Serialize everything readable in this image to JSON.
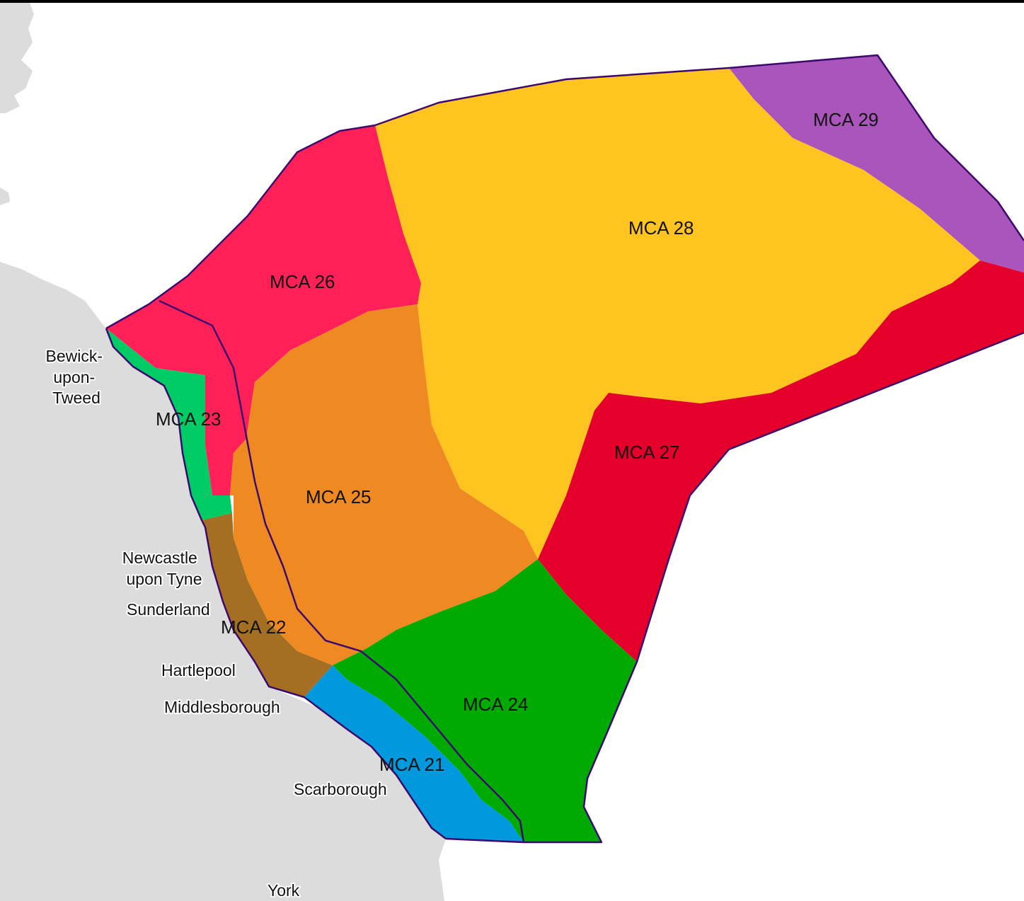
{
  "colors": {
    "sea": "#ffffff",
    "land": "#dcdcdc",
    "boundary": "#3b0a6e",
    "mca21": "#0099dd",
    "mca22": "#a46f22",
    "mca23": "#00cc66",
    "mca24": "#00aa00",
    "mca25": "#ef8a22",
    "mca26": "#ff2058",
    "mca27": "#e4002b",
    "mca28": "#ffc41f",
    "mca29": "#aa55bb"
  },
  "areas": [
    {
      "id": "mca21",
      "label": "MCA 21"
    },
    {
      "id": "mca22",
      "label": "MCA 22"
    },
    {
      "id": "mca23",
      "label": "MCA 23"
    },
    {
      "id": "mca24",
      "label": "MCA 24"
    },
    {
      "id": "mca25",
      "label": "MCA 25"
    },
    {
      "id": "mca26",
      "label": "MCA 26"
    },
    {
      "id": "mca27",
      "label": "MCA 27"
    },
    {
      "id": "mca28",
      "label": "MCA 28"
    },
    {
      "id": "mca29",
      "label": "MCA 29"
    }
  ],
  "towns": {
    "berwick": [
      "Bewick-",
      "upon-",
      "Tweed"
    ],
    "newcastle": [
      "Newcastle",
      "upon Tyne"
    ],
    "sunderland": "Sunderland",
    "hartlepool": "Hartlepool",
    "middlesborough": "Middlesborough",
    "scarborough": "Scarborough",
    "york": "York"
  }
}
